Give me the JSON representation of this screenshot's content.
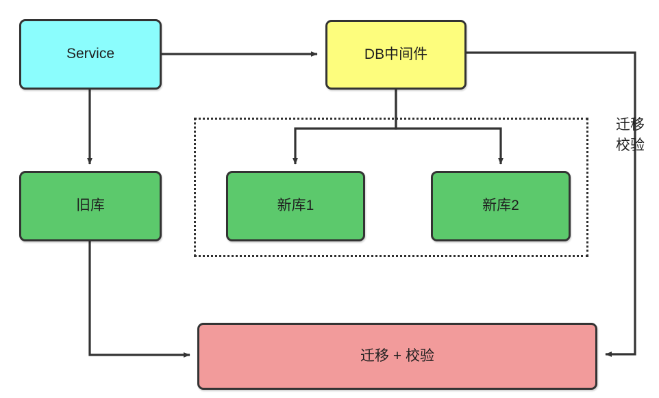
{
  "diagram": {
    "title": "",
    "colors": {
      "service_fill": "#8BFDFD",
      "middleware_fill": "#FDFD7D",
      "database_fill": "#5CC96C",
      "task_fill": "#F29B9B",
      "stroke": "#333333",
      "text": "#1f1f1f",
      "group_border": "#2f2f2f",
      "background": "#ffffff"
    },
    "nodes": {
      "service": {
        "label": "Service"
      },
      "middleware": {
        "label": "DB中间件"
      },
      "old_db": {
        "label": "旧库"
      },
      "new_db_1": {
        "label": "新库1"
      },
      "new_db_2": {
        "label": "新库2"
      },
      "migration_task": {
        "label": "迁移 + 校验"
      }
    },
    "edge_labels": {
      "migrate_verify": "迁移\n校验"
    },
    "group": {
      "label": ""
    },
    "edges": [
      {
        "from": "service",
        "to": "middleware",
        "arrow": true
      },
      {
        "from": "service",
        "to": "old_db",
        "arrow": true
      },
      {
        "from": "middleware",
        "to": "new_db_1",
        "arrow": true
      },
      {
        "from": "middleware",
        "to": "new_db_2",
        "arrow": true
      },
      {
        "from": "old_db",
        "to": "migration_task",
        "arrow": true
      },
      {
        "from": "middleware",
        "to": "migration_task",
        "arrow": true,
        "label": "迁移\n校验"
      }
    ]
  }
}
